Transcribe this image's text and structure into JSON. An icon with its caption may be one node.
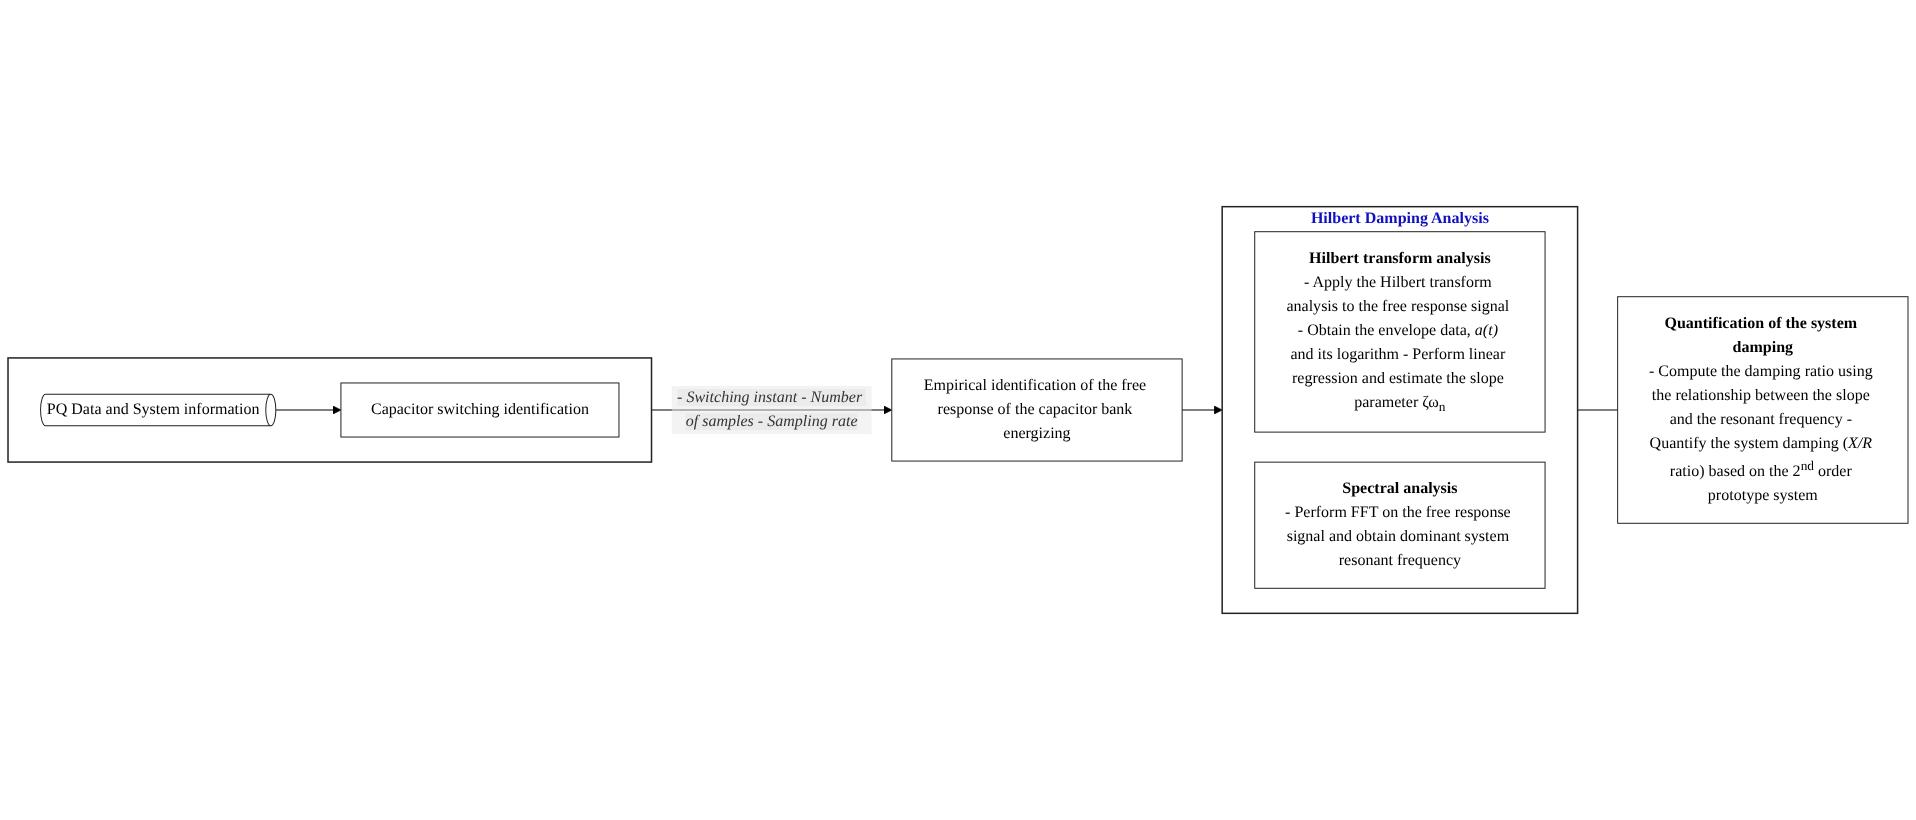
{
  "diagram": {
    "nodes": [
      {
        "text": [],
        "shape": "box"
      },
      {
        "text": [
          "PQ Data and System information"
        ],
        "in": 0
      },
      {
        "text": [
          "Capacitor switching identification"
        ],
        "in": 0
      },
      {
        "text": [
          "Empirical identification of the free response of the capacitor bank energizing"
        ]
      },
      {
        "text": [
          "Hilbert Damping Analysis"
        ]
      },
      {
        "text": [
          "Hilbert transform analysis",
          "- Apply the Hilbert transform analysis to the free response signal - Obtain the envelope data, *a(t)* and its logarithm - Perform linear regression and estimate the slope parameter ζω$_{n}$"
        ],
        "in": 4
      },
      {
        "text": [
          "Spectral analysis",
          "- Perform FFT on the free response signal and obtain dominant system resonant frequency"
        ],
        "in": 4
      },
      {
        "text": [
          "Quantification of the system damping",
          "- Compute the damping ratio using the relationship between the slope and the resonant frequency - Quantify the system damping (*X/R* ratio) based on the 2$^{nd}$ order prototype system"
        ]
      }
    ],
    "edges": [
      {
        "from": 1,
        "to": 2,
        "arrow": "to"
      },
      {
        "from": 0,
        "to": 3,
        "arrow": "to",
        "label": "- Switching instant - Number of samples - Sampling rate"
      },
      {
        "from": 3,
        "to": 4,
        "arrow": "to"
      },
      {
        "from": 4,
        "to": 7,
        "arrow": "none"
      }
    ]
  }
}
